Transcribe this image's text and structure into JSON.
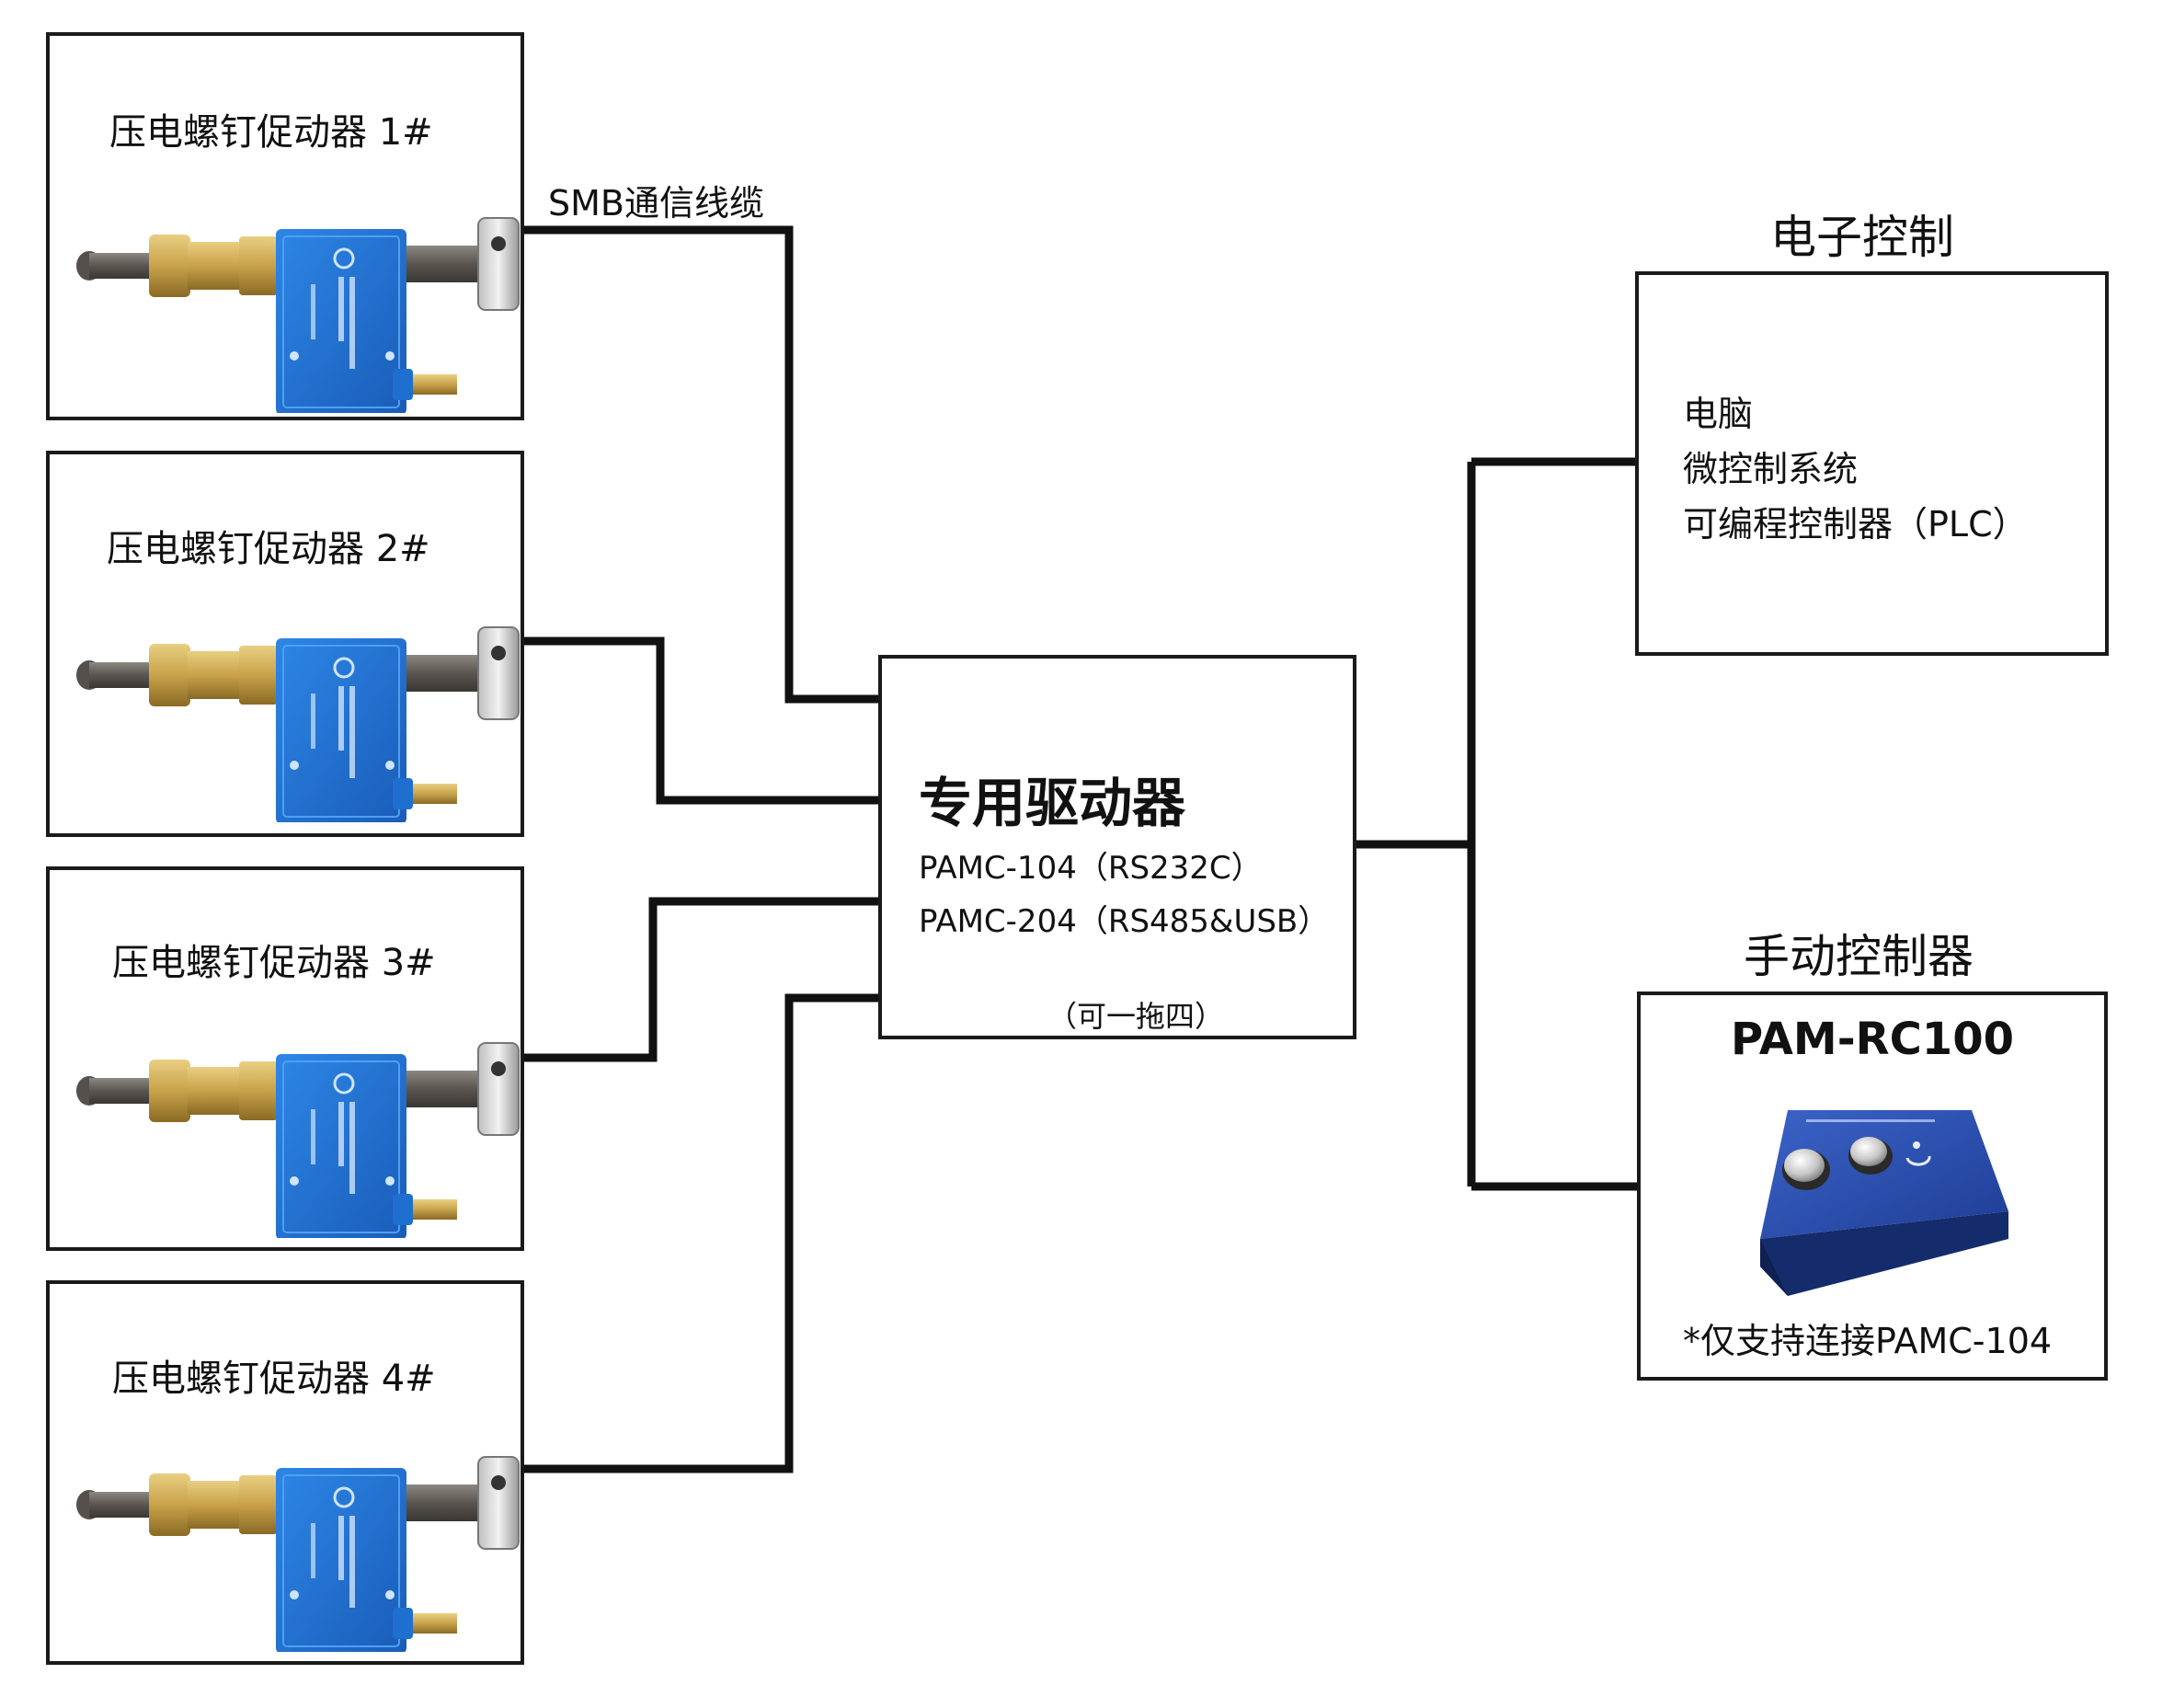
{
  "actuators": [
    {
      "title": "压电螺钉促动器 1#"
    },
    {
      "title": "压电螺钉促动器 2#"
    },
    {
      "title": "压电螺钉促动器 3#"
    },
    {
      "title": "压电螺钉促动器 4#"
    }
  ],
  "cable_label": "SMB通信线缆",
  "driver": {
    "title": "专用驱动器",
    "model_1": "PAMC-104（RS232C）",
    "model_2": "PAMC-204（RS485&USB）",
    "note": "（可一拖四）"
  },
  "electronic_control": {
    "heading": "电子控制",
    "items": [
      "电脑",
      "微控制系统",
      "可编程控制器（PLC）"
    ]
  },
  "manual_controller": {
    "heading": "手动控制器",
    "model": "PAM-RC100",
    "note": "*仅支持连接PAMC-104"
  },
  "colors": {
    "line": "#111111",
    "actuator_body": "#1f6fd1",
    "brass": "#c9a24a",
    "controller_body": "#234bb0"
  }
}
